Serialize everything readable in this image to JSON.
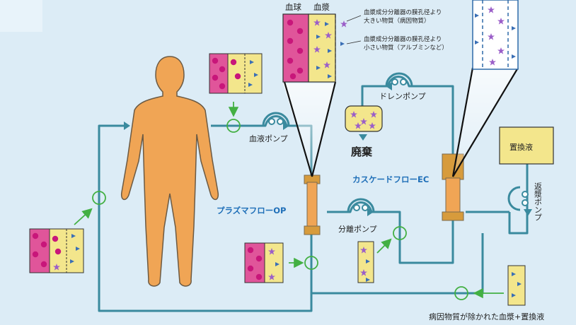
{
  "labels": {
    "blood_cells": "血球",
    "plasma": "血漿",
    "large_substance": "血漿成分分離器の膜孔径より",
    "large_substance_2": "大きい物質（病因物質）",
    "small_substance": "血漿成分分離器の膜孔径より",
    "small_substance_2": "小さい物質（アルブミンなど）",
    "drain_pump": "ドレンポンプ",
    "blood_pump": "血液ポンプ",
    "waste": "廃棄",
    "cascade": "カスケードフローEC",
    "plasmaflo": "プラズマフローOP",
    "separation_pump": "分離ポンプ",
    "replacement_fluid": "置換液",
    "return_pump": "返漿ポンプ",
    "bottom_caption": "病因物質が除かれた血漿+置換液"
  },
  "colors": {
    "background": "#dcecf6",
    "tube": "#3a8a9e",
    "body": "#f0a555",
    "blood_cell_panel": "#e0559a",
    "plasma_panel": "#f3e68c",
    "pathogen": "#9b5fc8",
    "albumin": "#3a6fb5",
    "marker_green": "#43b043"
  }
}
